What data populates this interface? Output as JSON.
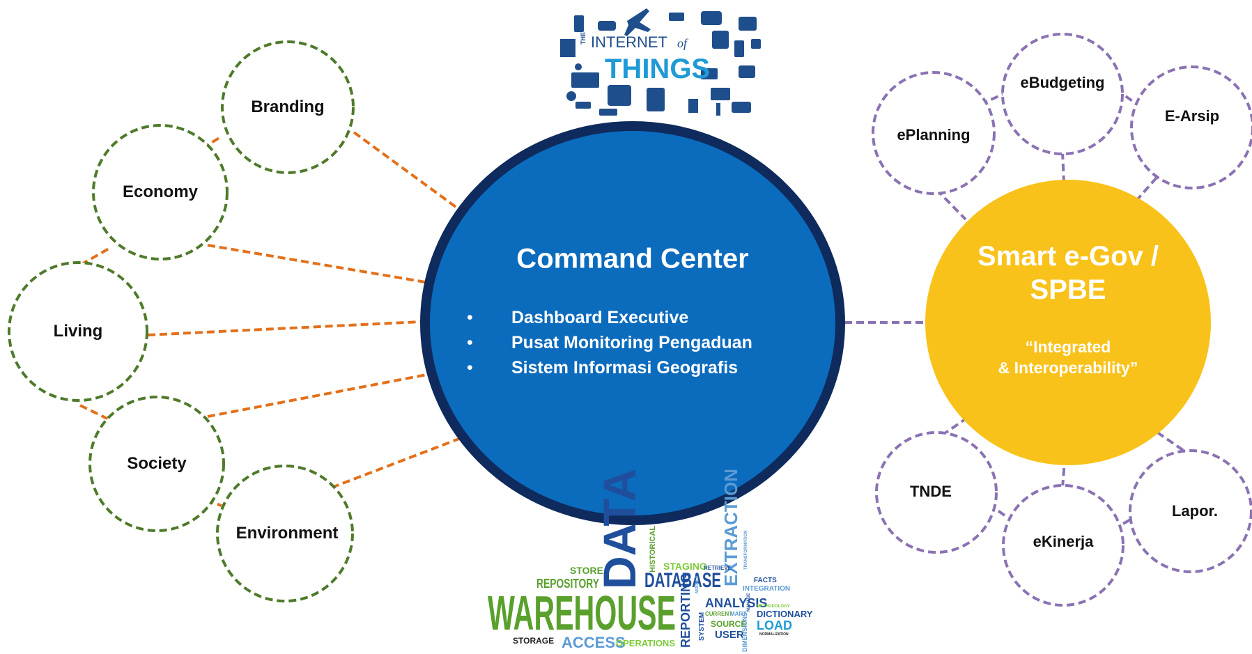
{
  "command_center": {
    "title": "Command Center",
    "items": [
      "Dashboard Executive",
      "Pusat Monitoring Pengaduan",
      "Sistem Informasi Geografis"
    ]
  },
  "smart_gov": {
    "title_line1": "Smart e-Gov /",
    "title_line2": "SPBE",
    "subtitle_line1": "“Integrated",
    "subtitle_line2": "& Interoperability”"
  },
  "smart_city_dimensions": [
    "Branding",
    "Economy",
    "Living",
    "Society",
    "Environment"
  ],
  "egov_apps": {
    "eplanning": "ePlanning",
    "ebudgeting": "eBudgeting",
    "earsip": "E-Arsip",
    "tnde": "TNDE",
    "ekinerja": "eKinerja",
    "lapor": "Lapor."
  },
  "iot_logo": {
    "line1": "THE",
    "line2": "INTERNET",
    "line3": "of",
    "line4": "THINGS"
  },
  "data_warehouse_cloud": {
    "data": "DATA",
    "warehouse": "WAREHOUSE",
    "database": "DATABASE",
    "extraction": "EXTRACTION",
    "repository": "REPOSITORY",
    "store": "STORE",
    "staging": "STAGING",
    "retrieve": "RETRIEVE",
    "historical": "HISTORICAL",
    "facts": "FACTS",
    "integration": "INTEGRATION",
    "transformation": "TRANSFORMATION",
    "analysis": "ANALYSIS",
    "dictionary": "DICTIONARY",
    "load": "LOAD",
    "reporting": "REPORTING",
    "source": "SOURCE",
    "user": "USER",
    "storage": "STORAGE",
    "access": "ACCESS",
    "operations": "OPERATIONS",
    "system": "SYSTEM",
    "current": "CURRENT",
    "mart": "MART",
    "dimensions": "DIMENSIONS",
    "manage": "MANAGE",
    "methodology": "METHODOLOGY",
    "normalization": "NORMALIZATION",
    "models": "MODELS"
  },
  "colors": {
    "command_center_fill": "#0b6bbd",
    "command_center_border": "#0f2a5c",
    "smart_gov_fill": "#f9c21a",
    "green_dash": "#4e7a2a",
    "orange_dash": "#e3701b",
    "purple_dash": "#8a72b4",
    "iot_blue": "#1f4e8c",
    "dw_green": "#5aa02c",
    "dw_blue": "#1f4f9c",
    "dw_light_blue": "#5b9bd5"
  }
}
